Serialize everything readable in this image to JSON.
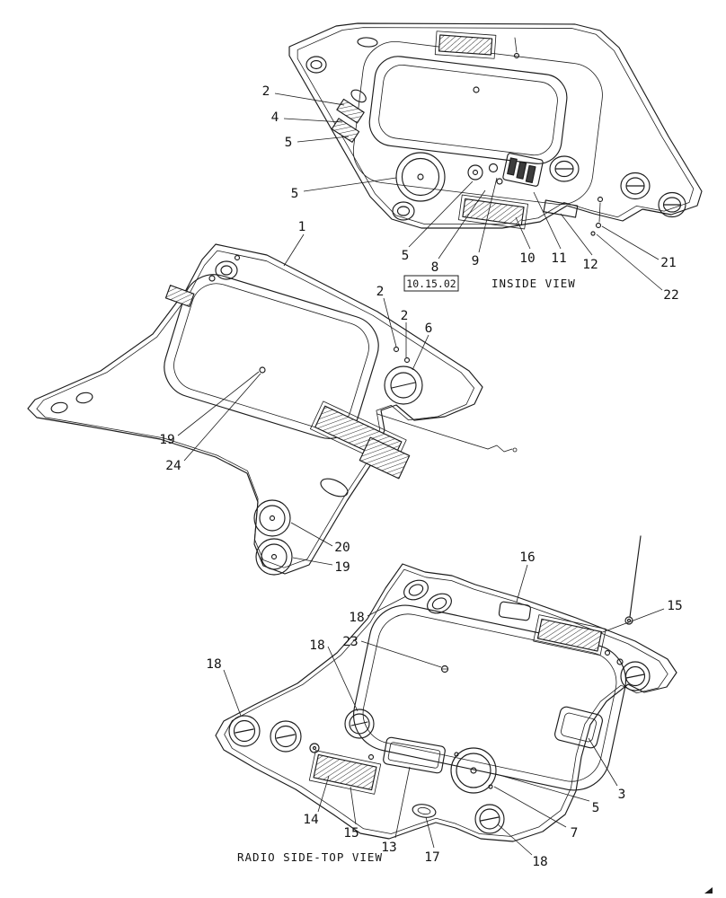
{
  "document": {
    "background": "#ffffff",
    "line_color": "#1c1c1c",
    "ref_box": "10.15.02",
    "view_labels": {
      "inside": "INSIDE VIEW",
      "radio": "RADIO SIDE-TOP VIEW"
    }
  },
  "callouts": {
    "inside": [
      "2",
      "4",
      "5",
      "5",
      "5",
      "8",
      "9",
      "10",
      "11",
      "12",
      "21",
      "22"
    ],
    "panel": [
      "1",
      "2",
      "2",
      "6",
      "19",
      "24",
      "20",
      "19"
    ],
    "radio": [
      "16",
      "15",
      "18",
      "18",
      "23",
      "18",
      "3",
      "5",
      "7",
      "14",
      "15",
      "13",
      "17",
      "18"
    ]
  }
}
